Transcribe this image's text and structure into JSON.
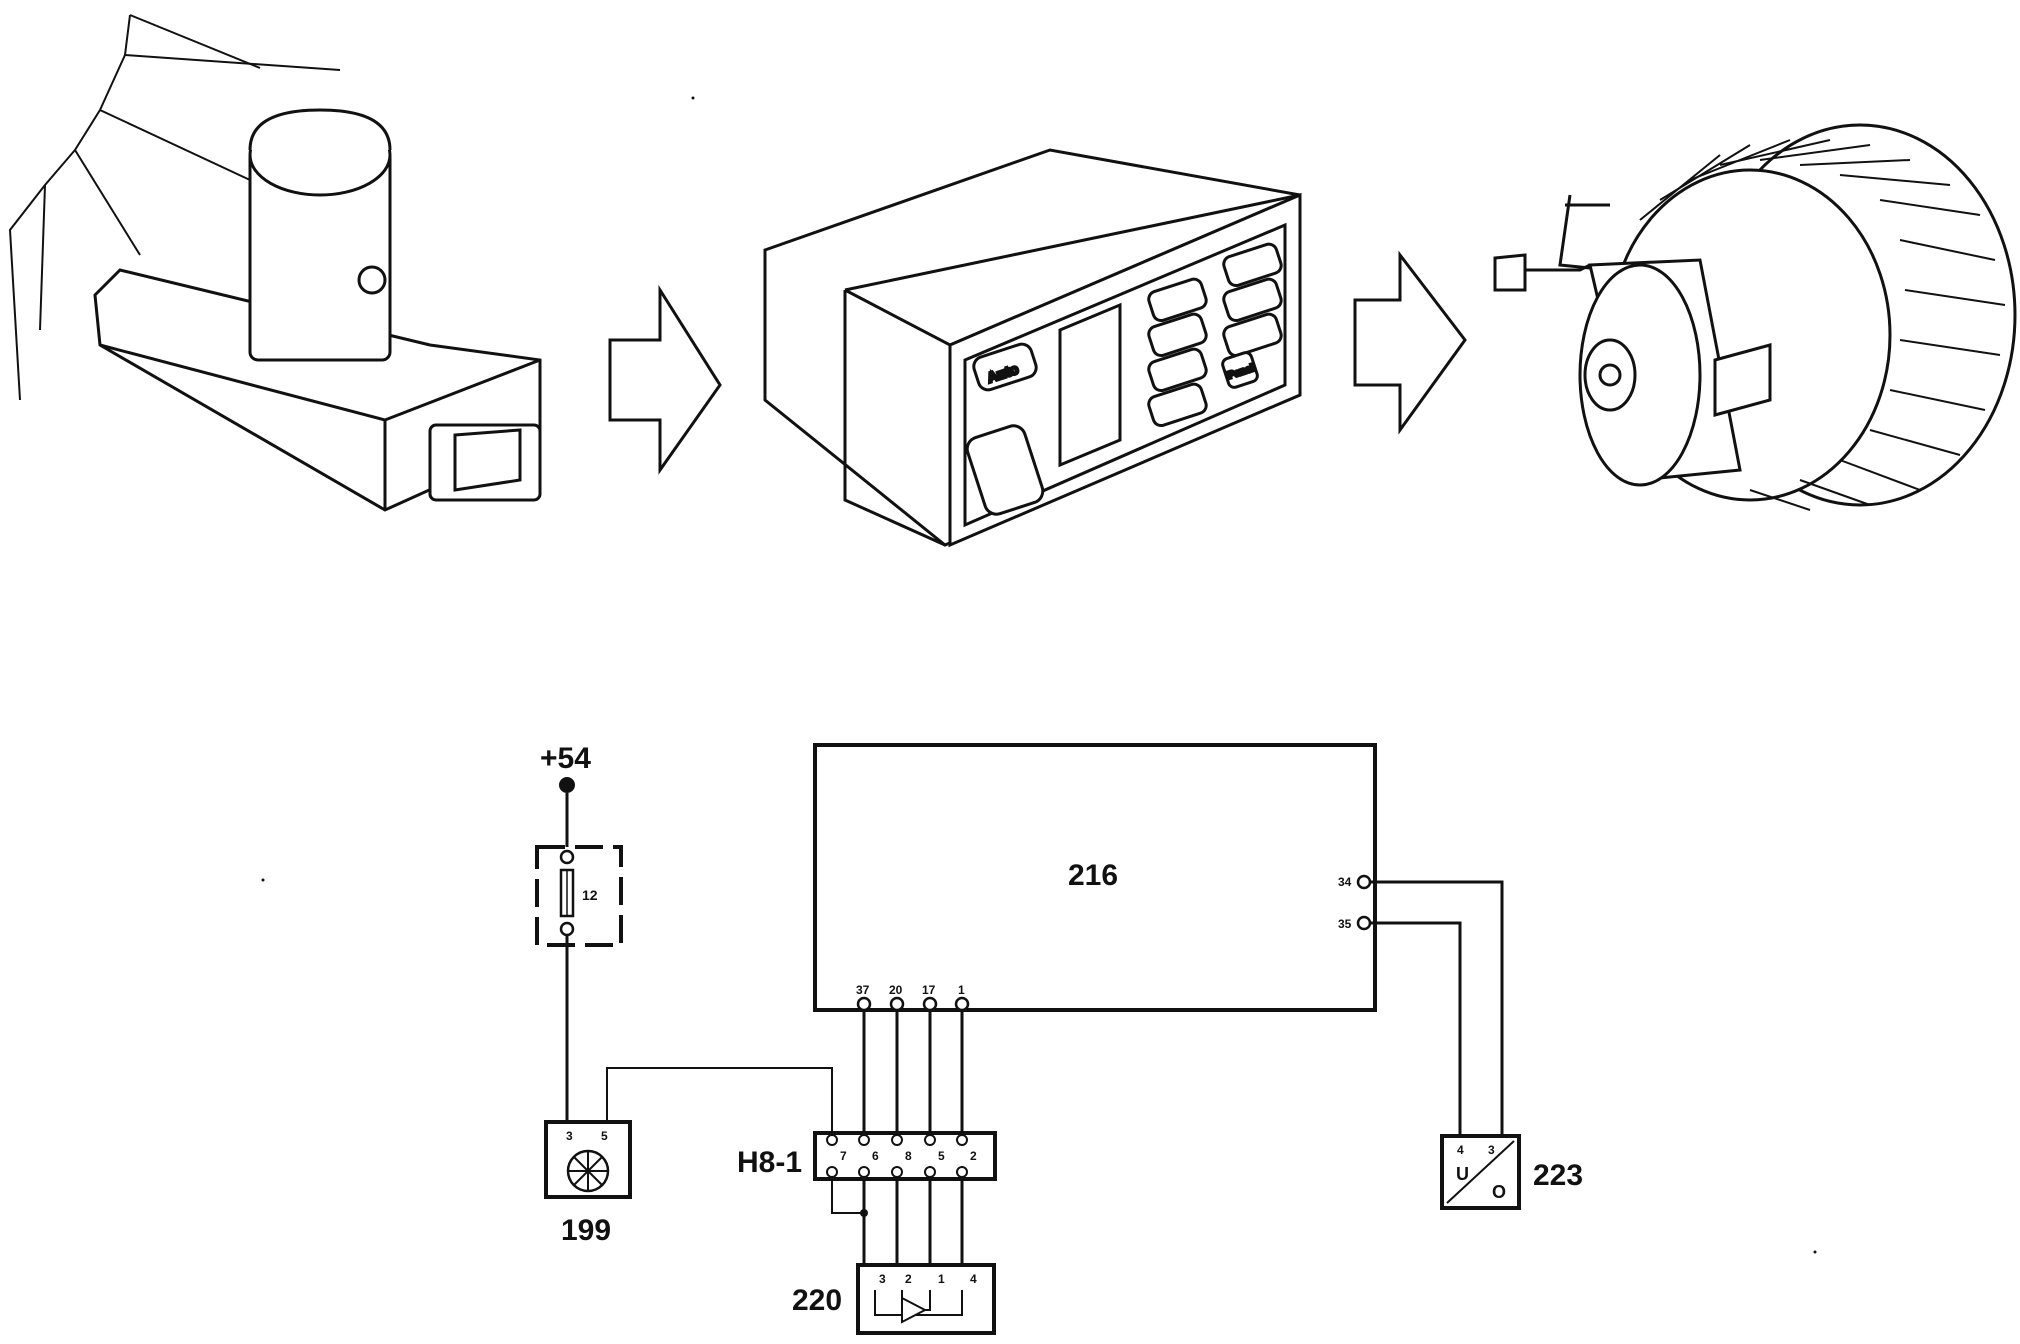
{
  "illustrations": {
    "control_panel_auto_label": "Auto",
    "control_panel_panel_label": "Panel"
  },
  "schematic": {
    "supply_label": "+54",
    "fuse_number": "12",
    "control_unit_label": "216",
    "control_unit_pins": [
      "37",
      "20",
      "17",
      "1"
    ],
    "control_unit_side_pins": [
      "34",
      "35"
    ],
    "connector_label": "H8-1",
    "connector_pins": [
      "7",
      "6",
      "8",
      "5",
      "2"
    ],
    "sensor_label": "199",
    "sensor_pins": [
      "3",
      "5"
    ],
    "amplifier_label": "220",
    "amplifier_pins": [
      "3",
      "2",
      "1",
      "4"
    ],
    "converter_label": "223",
    "converter_pins": [
      "4",
      "3"
    ],
    "converter_u": "U",
    "converter_o": "O"
  }
}
